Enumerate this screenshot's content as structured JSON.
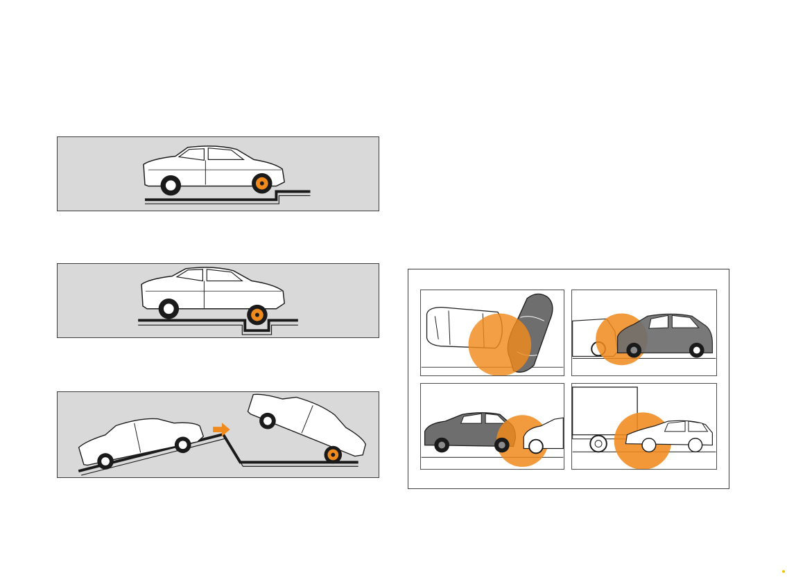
{
  "colors": {
    "panel_background": "#d9d9d9",
    "accent_orange": "#f08a1c",
    "line_dark": "#1a1a1a",
    "car_white": "#ffffff",
    "car_gray": "#6e6e6e"
  },
  "panels": [
    {
      "scene": "car-wheel-on-step"
    },
    {
      "scene": "car-wheel-in-pothole"
    },
    {
      "scene": "car-down-ramp-drop"
    }
  ],
  "collision_scenarios": [
    {
      "scene": "angled-front-impact"
    },
    {
      "scene": "rear-end-impact"
    },
    {
      "scene": "rear-corner-impact"
    },
    {
      "scene": "truck-underride-impact"
    }
  ]
}
